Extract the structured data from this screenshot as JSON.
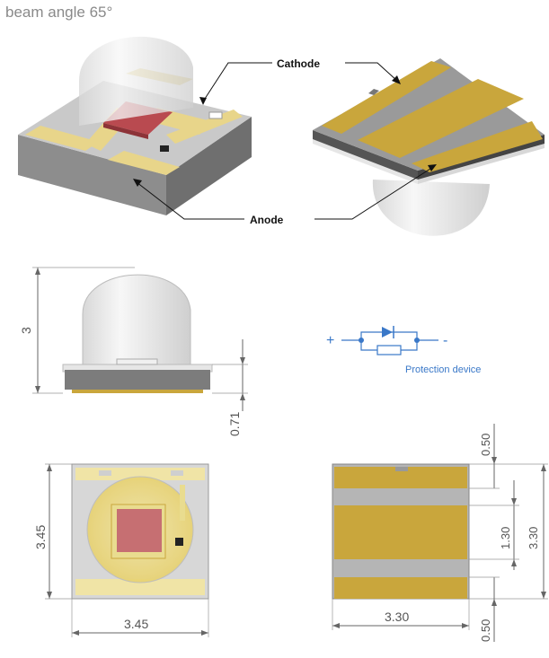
{
  "title": "beam angle 65°",
  "labels": {
    "cathode": "Cathode",
    "anode": "Anode",
    "protection_device": "Protection device",
    "plus": "+",
    "minus": "-"
  },
  "dimensions": {
    "height_total": "3",
    "base_thickness": "0.71",
    "top_width": "3.45",
    "top_height": "3.45",
    "bottom_width": "3.30",
    "bottom_height": "3.30",
    "pad_top": "0.50",
    "pad_mid": "1.30",
    "pad_bottom": "0.50"
  },
  "colors": {
    "pad_gold": "#c9a63c",
    "pcb_gray": "#b5b5b5",
    "die_red": "#b94a50",
    "dome": "#eaeaea",
    "schematic_blue": "#3a78c8"
  }
}
